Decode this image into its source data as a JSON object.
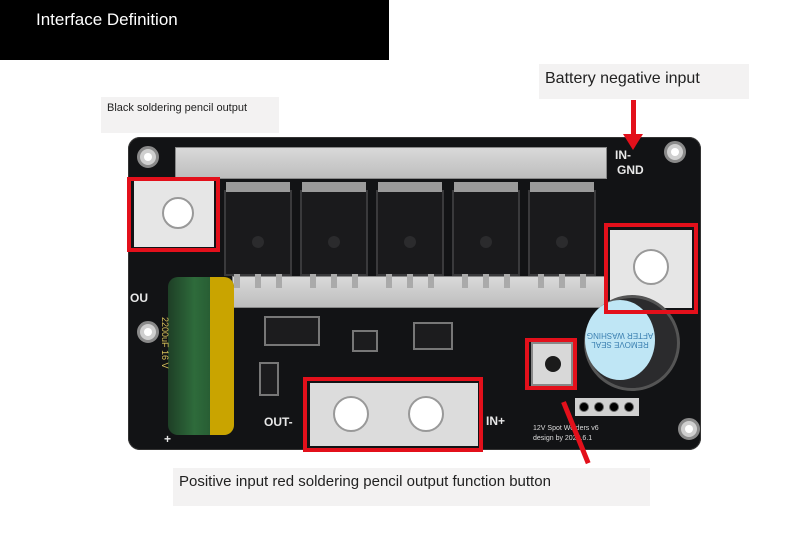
{
  "header": {
    "title": "Interface Definition"
  },
  "callouts": {
    "black_output": "Black soldering pencil output",
    "battery_negative": "Battery negative input",
    "positive_input": "Positive input red soldering pencil output function button"
  },
  "board": {
    "silkscreen_in": "IN-",
    "silkscreen_gnd": "GND",
    "silkscreen_out_minus": "OUT-",
    "silkscreen_in_plus": "IN+",
    "silkscreen_out_left": "OU",
    "silkscreen_plus": "+",
    "model_text": "12V Spot Welders v6",
    "design_text": "design by 2020.6.1",
    "capacitor_text": "2200uF 16 V",
    "buzzer_text": "REMOVE SEAL AFTER WASHING"
  },
  "colors": {
    "annotation_red": "#e3101b",
    "board_black": "#121315",
    "capacitor_green": "#2e6b3b"
  }
}
